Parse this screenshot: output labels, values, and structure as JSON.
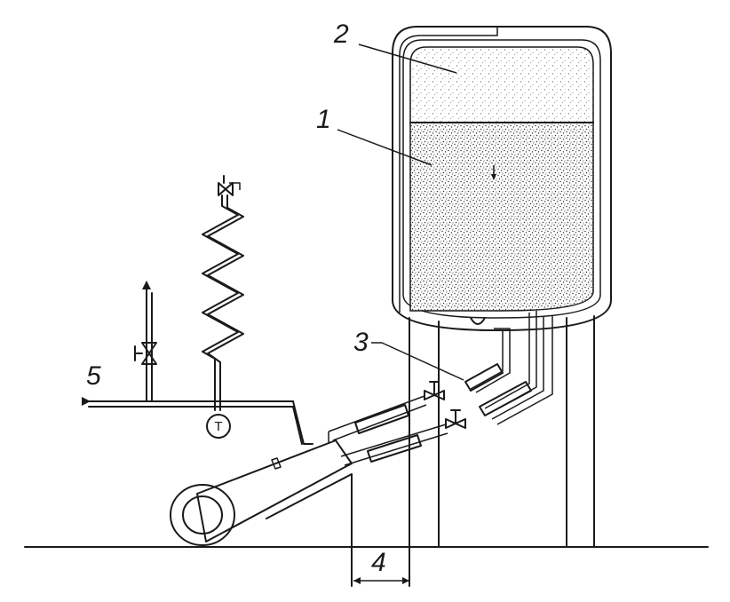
{
  "labels": {
    "liquid_region": "1",
    "vapour_space": "2",
    "valves": "3",
    "clearance": "4",
    "outlet": "5"
  },
  "gauge": {
    "symbol": "T"
  },
  "colors": {
    "ink": "#1a1a1a",
    "paper": "#ffffff",
    "fill": "#b8b8b8"
  }
}
